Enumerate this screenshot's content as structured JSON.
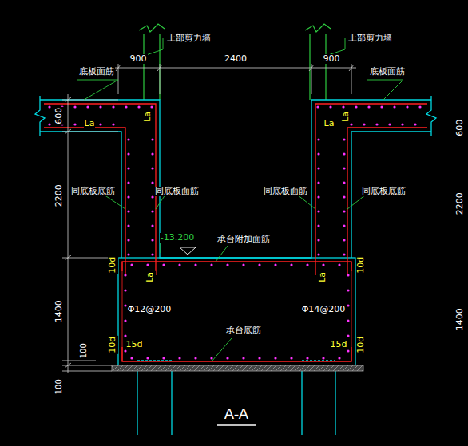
{
  "diagram": {
    "labels": [
      "上部剪力墙",
      "上部剪力墙",
      "900",
      "2400",
      "900",
      "底板面筋",
      "底板面筋",
      "600",
      "600",
      "La",
      "La",
      "La",
      "La",
      "2200",
      "2200",
      "同底板底筋",
      "同底板面筋",
      "同底板面筋",
      "同底板底筋",
      "-13.200",
      "承台附加面筋",
      "10d",
      "10d",
      "La",
      "La",
      "1400",
      "1400",
      "Φ12@200",
      "Φ14@200",
      "10d",
      "10d",
      "15d",
      "15d",
      "承台底筋",
      "100",
      "100",
      "A-A"
    ]
  }
}
